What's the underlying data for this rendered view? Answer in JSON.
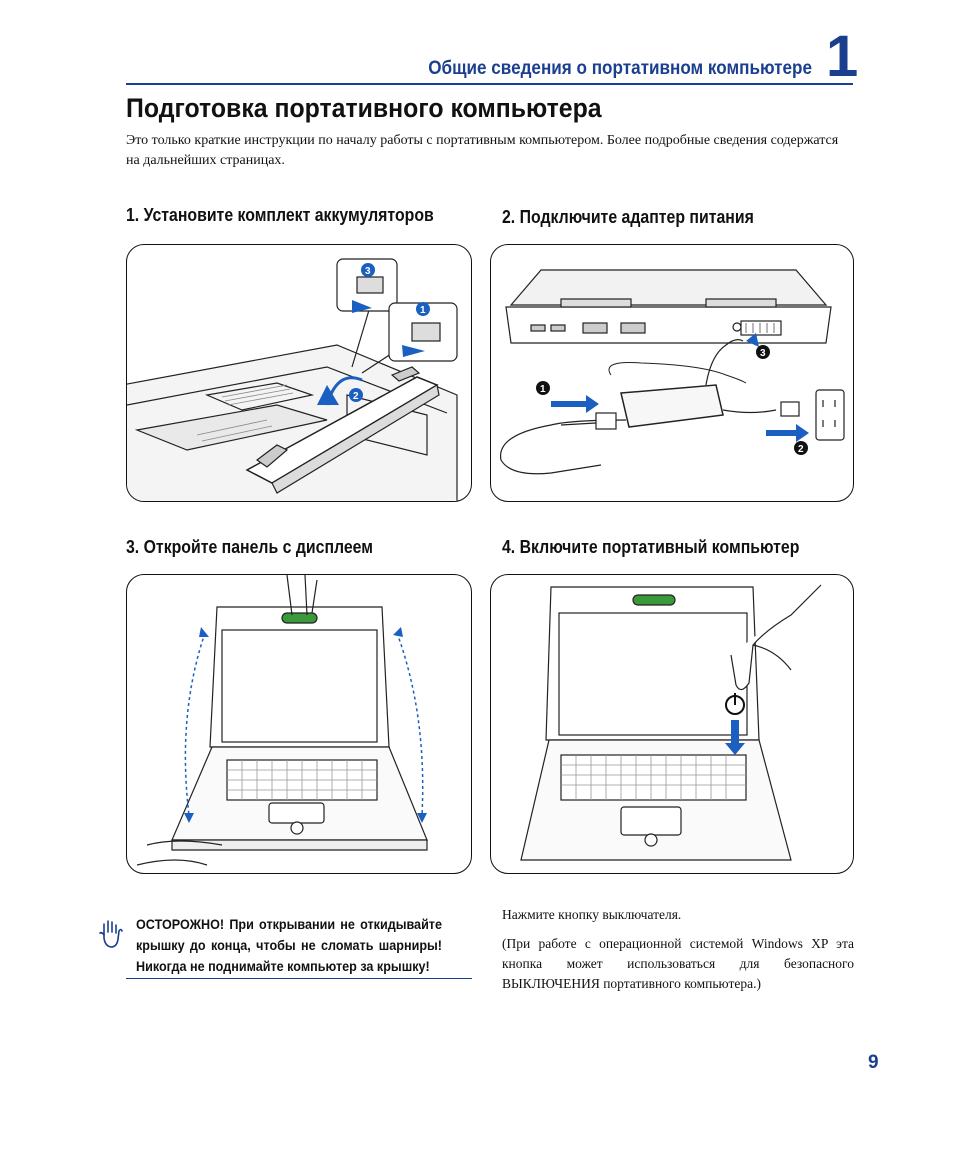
{
  "header": {
    "running_title": "Общие сведения о портативном компьютере",
    "chapter_number": "1"
  },
  "page_title": "Подготовка портативного компьютера",
  "intro": "Это только краткие инструкции по началу работы с портативным компьютером. Более подробные сведения содержатся на дальнейших страницах.",
  "steps": [
    {
      "heading": "1. Установите комплект аккумуляторов",
      "callouts": [
        "1",
        "2",
        "3"
      ]
    },
    {
      "heading": "2. Подключите адаптер питания",
      "callouts": [
        "1",
        "2",
        "3"
      ]
    },
    {
      "heading": "3. Откройте панель с дисплеем"
    },
    {
      "heading": "4. Включите портативный компьютер"
    }
  ],
  "warning": {
    "text": "ОСТОРОЖНО! При открывании не откидывайте крышку до конца, чтобы не сломать шарниры! Никогда не поднимайте компьютер за крышку!",
    "icon": "raised-hand-icon"
  },
  "notes": {
    "press_power": "Нажмите кнопку выключателя.",
    "windows_xp": "(При работе с операционной системой Windows XP эта кнопка может использоваться для безопасного ВЫКЛЮЧЕНИЯ портативного компьютера.)"
  },
  "page_number": "9",
  "colors": {
    "accent": "#1b3f8f",
    "highlight": "#3a9a3a",
    "arrow": "#1b5fc0"
  }
}
